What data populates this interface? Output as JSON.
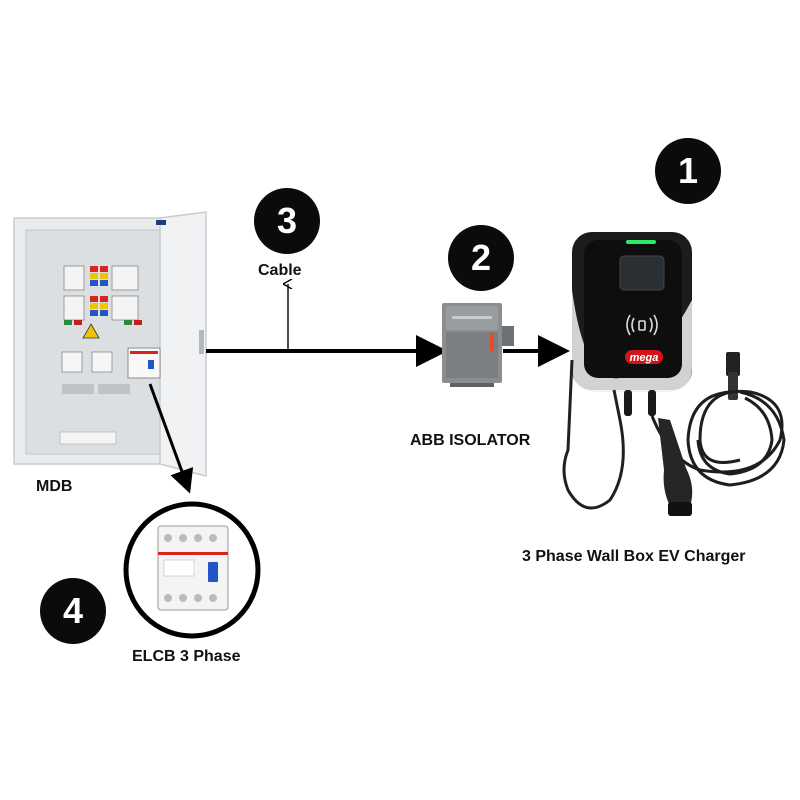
{
  "labels": {
    "mdb": "MDB",
    "cable": "Cable",
    "isolator": "ABB ISOLATOR",
    "charger": "3 Phase Wall Box EV Charger",
    "elcb": "ELCB 3 Phase",
    "charger_brand": "mega"
  },
  "badges": {
    "charger": "1",
    "isolator": "2",
    "cable": "3",
    "elcb": "4"
  },
  "colors": {
    "badge": "#0b0b0b",
    "arrow": "#000000",
    "charger_led": "#2ee86a",
    "charger_brand": "#d1141a",
    "isolator": "#8a8d90",
    "panel": "#e7e9ea"
  }
}
